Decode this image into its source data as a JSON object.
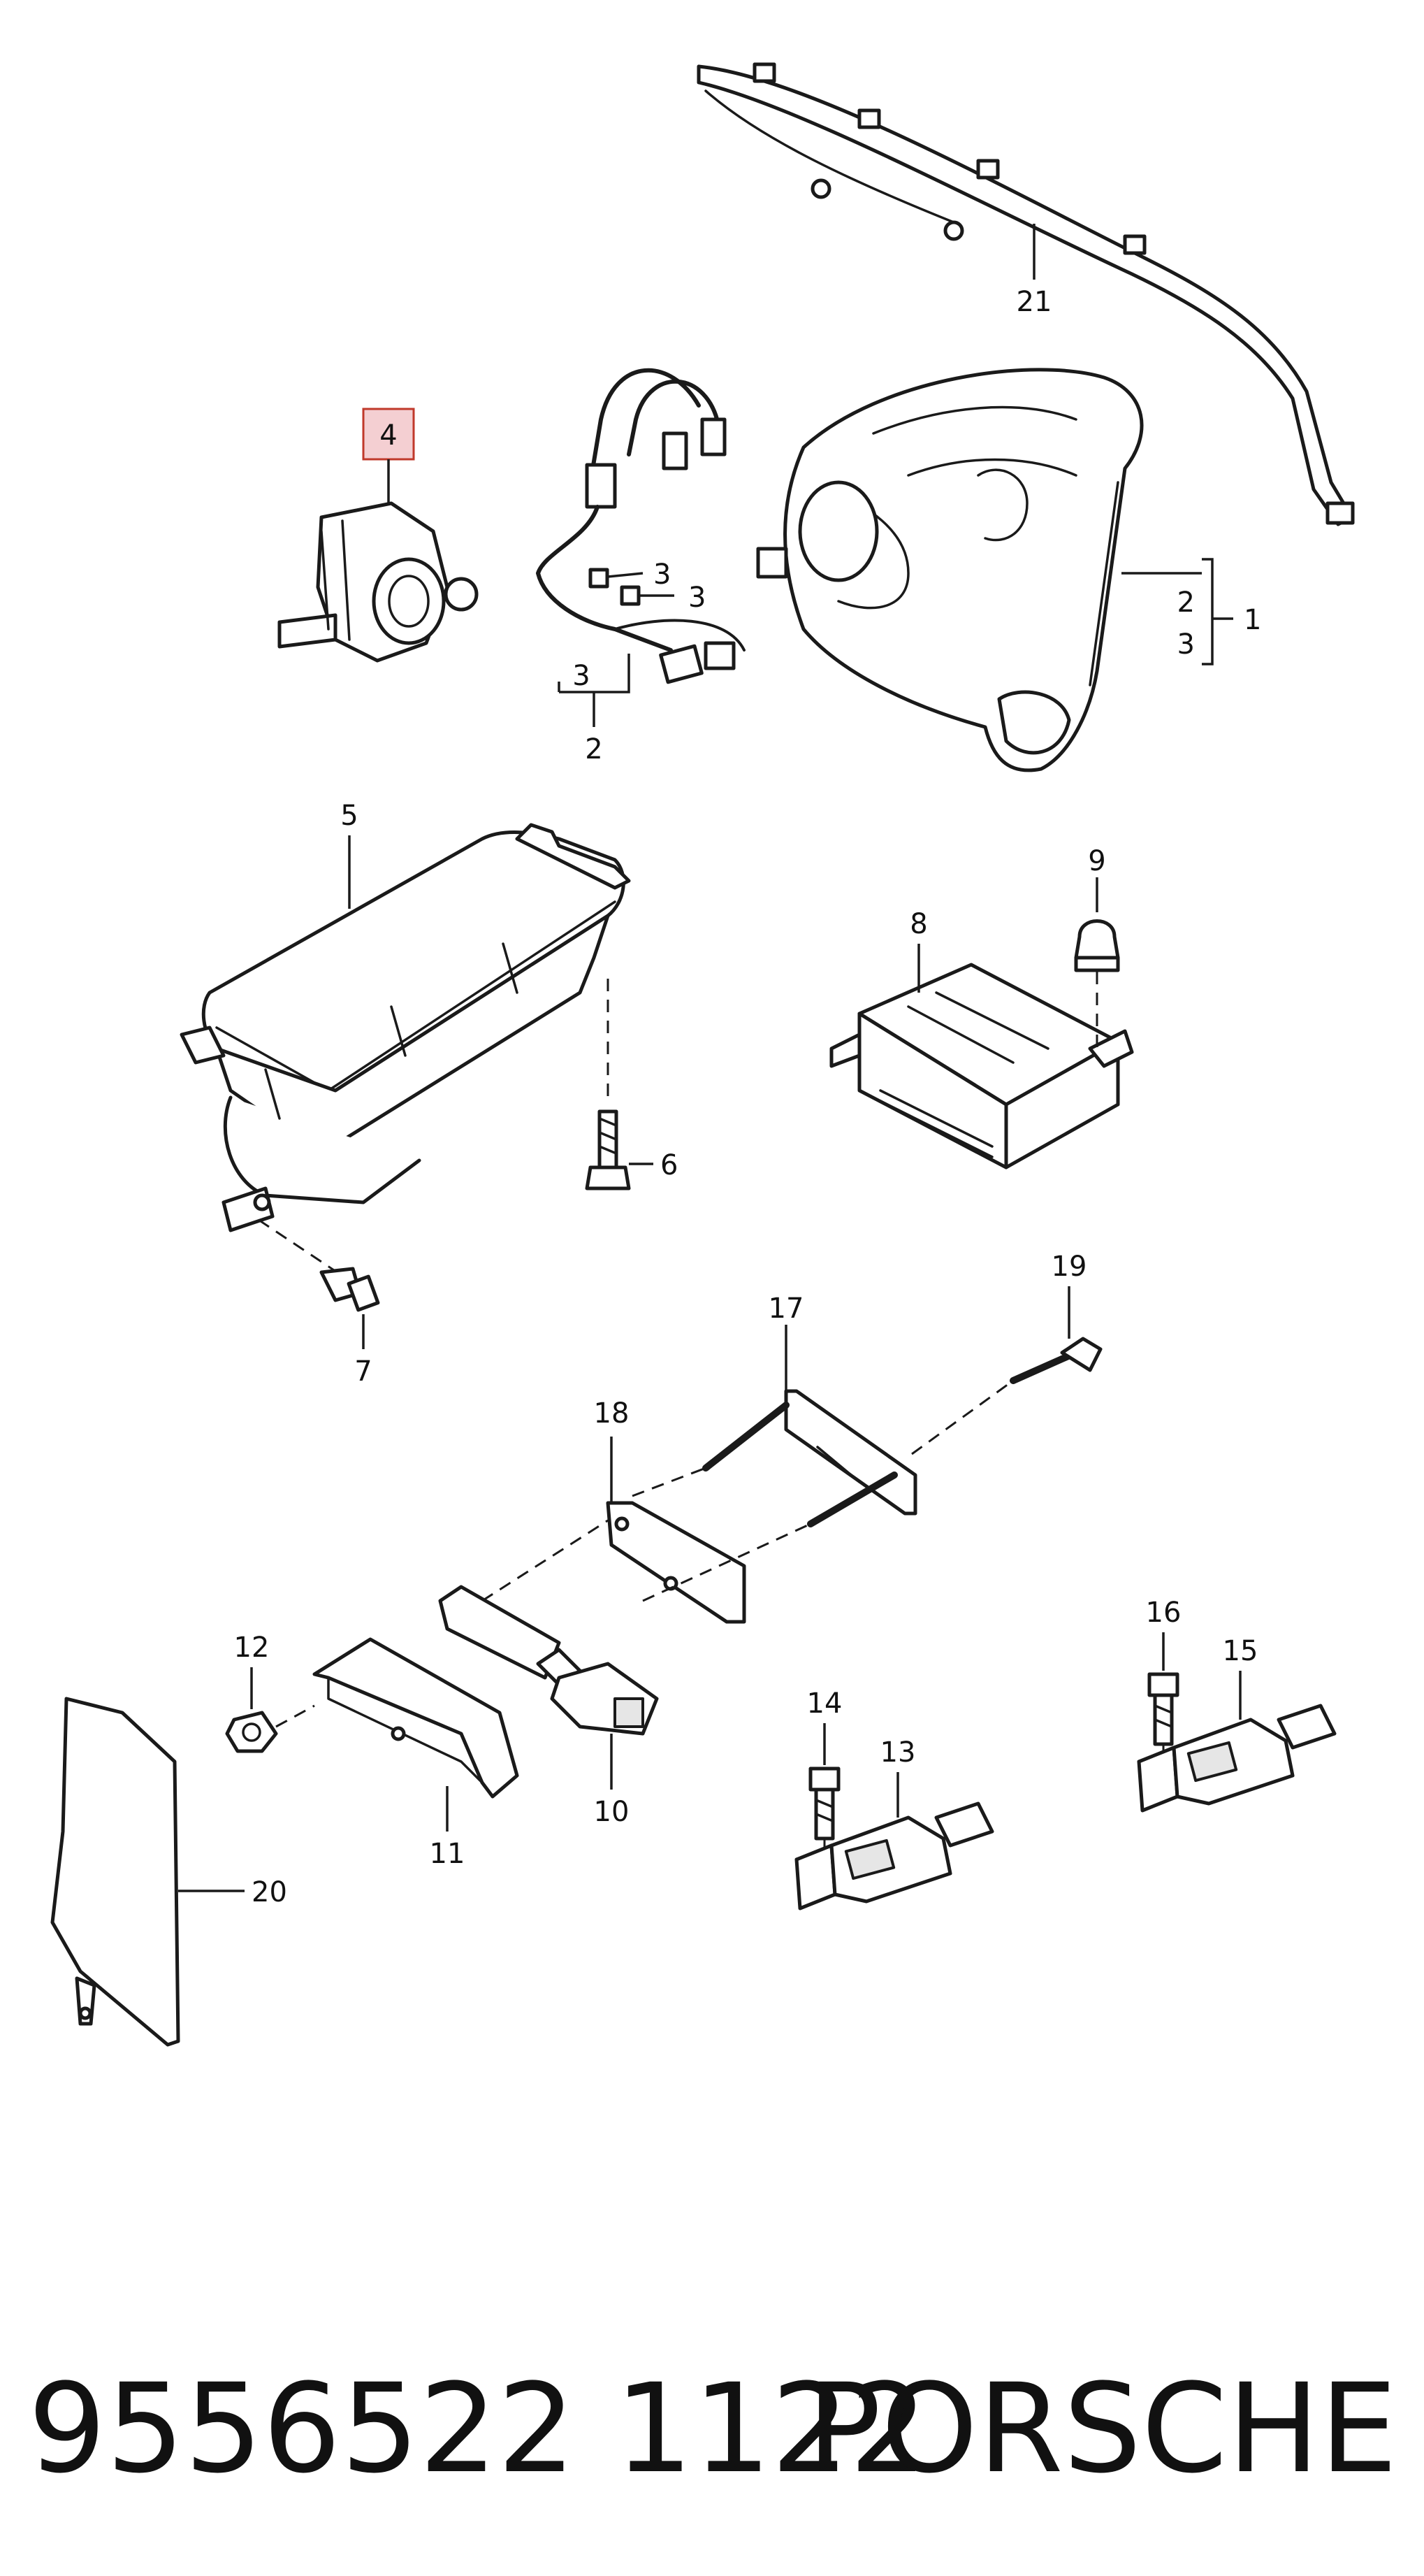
{
  "labels": {
    "l1": "1",
    "l2a": "2",
    "l3a": "3",
    "l4": "4",
    "l2b": "2",
    "l3b": "3",
    "l3c": "3",
    "l3d": "3",
    "l5": "5",
    "l6": "6",
    "l7": "7",
    "l8": "8",
    "l9": "9",
    "l10": "10",
    "l11": "11",
    "l12": "12",
    "l13": "13",
    "l14": "14",
    "l15": "15",
    "l16": "16",
    "l17": "17",
    "l18": "18",
    "l19": "19",
    "l20": "20",
    "l21": "21"
  },
  "highlight": {
    "color": "#f4cfd2",
    "border": "#c0392b"
  },
  "footer": {
    "part_number": "9556522 1122",
    "brand": "PORSCHE"
  }
}
